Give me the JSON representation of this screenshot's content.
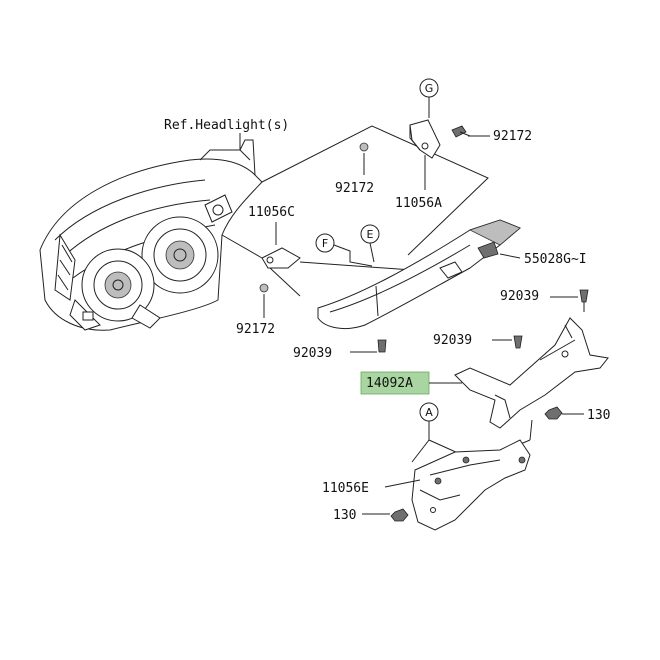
{
  "diagram": {
    "headlight_ref": "Ref.Headlight(s)",
    "callouts": {
      "g": "G",
      "f": "F",
      "e": "E",
      "a": "A"
    },
    "parts": {
      "p92172_top": "92172",
      "p92172_mid": "92172",
      "p92172_left": "92172",
      "p11056a": "11056A",
      "p11056c": "11056C",
      "p55028": "55028G~I",
      "p92039_right": "92039",
      "p92039_mid": "92039",
      "p92039_left": "92039",
      "p14092a": "14092A",
      "p130_right": "130",
      "p130_left": "130",
      "p11056e": "11056E"
    },
    "highlight_color": "#a9d5a1"
  }
}
